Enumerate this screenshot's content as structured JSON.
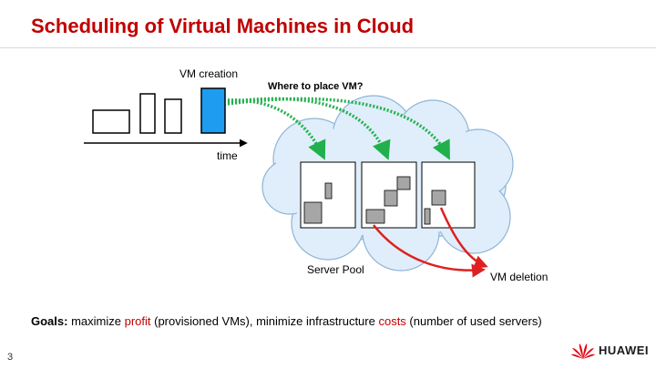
{
  "slide": {
    "title": "Scheduling of Virtual Machines in Cloud",
    "page_number": "3"
  },
  "diagram": {
    "vm_creation_label": "VM creation",
    "where_label": "Where to place VM?",
    "time_label": "time",
    "server_pool_label": "Server Pool",
    "vm_deletion_label": "VM deletion"
  },
  "goals": {
    "prefix": "Goals:",
    "part1": " maximize ",
    "profit": "profit",
    "part2": " (provisioned VMs), minimize infrastructure ",
    "costs": "costs",
    "part3": " (number of used servers)"
  },
  "brand": {
    "name": "HUAWEI"
  },
  "colors": {
    "title": "#c00000",
    "highlight": "#c00000",
    "new_vm": "#1e9cf0",
    "placement_arrow": "#22b04c",
    "deletion_arrow": "#e02020",
    "cloud_fill": "#dfeefa",
    "cloud_stroke": "#8fb4d8",
    "vm_fill": "#a6a6a6"
  }
}
